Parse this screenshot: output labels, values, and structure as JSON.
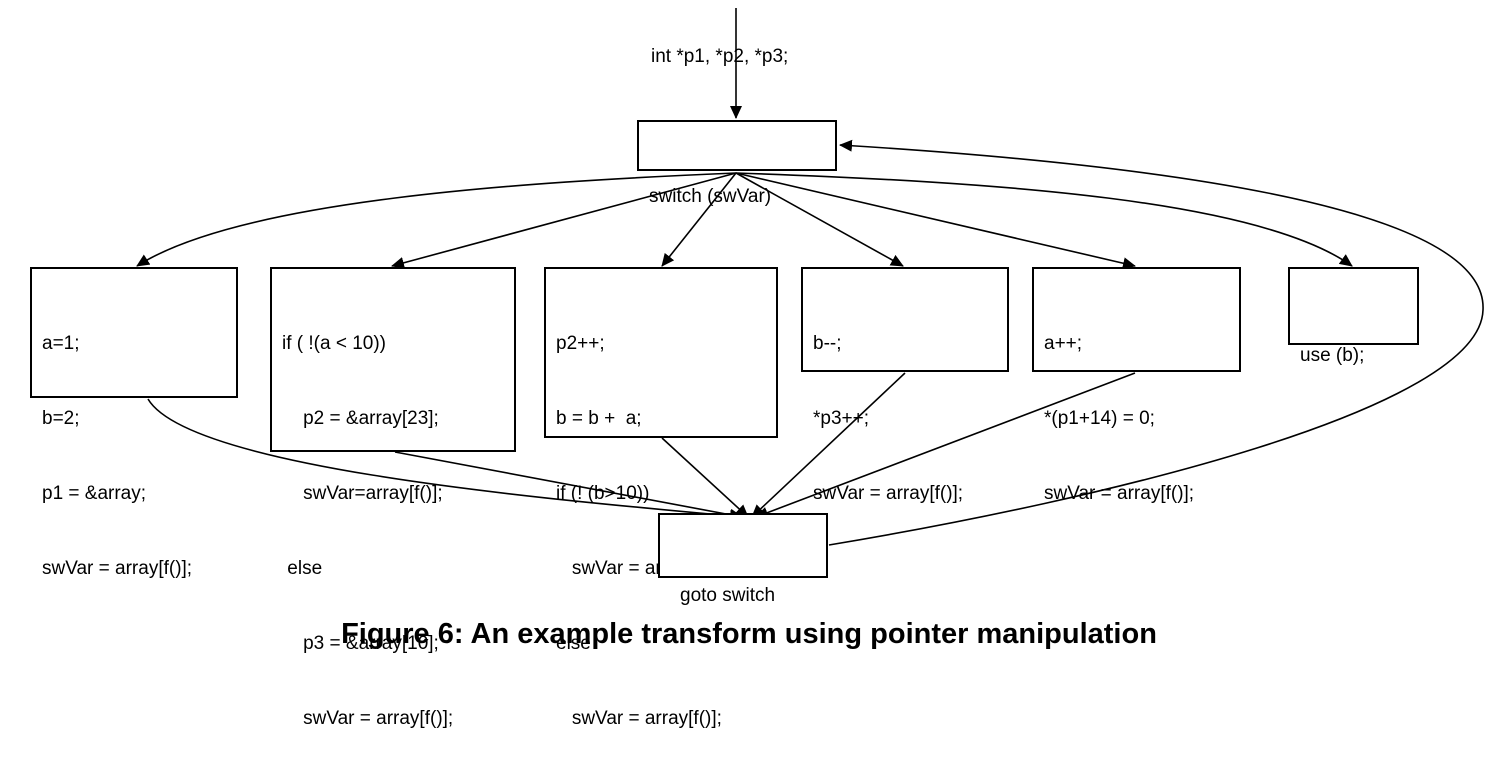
{
  "declaration": "int *p1, *p2, *p3;",
  "switch_node": {
    "label": "switch (swVar)"
  },
  "case_nodes": [
    {
      "lines": [
        "a=1;",
        "b=2;",
        "p1 = &array;",
        "swVar = array[f()];"
      ]
    },
    {
      "lines": [
        "if ( !(a < 10))",
        "    p2 = &array[23];",
        "    swVar=array[f()];",
        " else",
        "    p3 = &array[10];",
        "    swVar = array[f()];"
      ]
    },
    {
      "lines": [
        "p2++;",
        "b = b +  a;",
        "if (! (b>10))",
        "   swVar = array[f()];",
        "else",
        "   swVar = array[f()];"
      ]
    },
    {
      "lines": [
        "b--;",
        "*p3++;",
        "swVar = array[f()];"
      ]
    },
    {
      "lines": [
        "a++;",
        "*(p1+14) = 0;",
        "swVar = array[f()];"
      ]
    },
    {
      "lines": [
        "use (b);"
      ]
    }
  ],
  "goto_node": {
    "label": "goto switch"
  },
  "caption": "Figure 6: An example transform using pointer manipulation"
}
